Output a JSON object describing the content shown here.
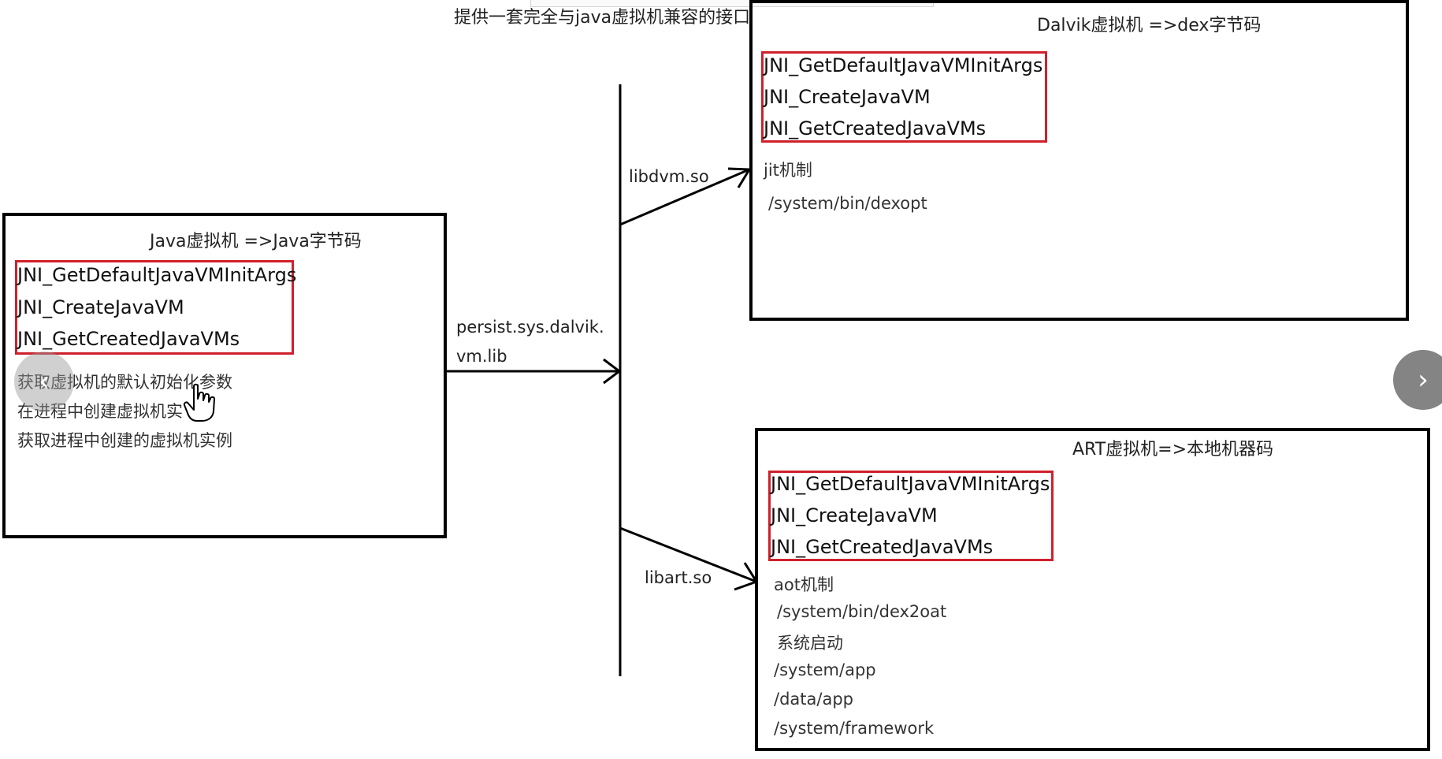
{
  "top_note": "提供一套完全与java虚拟机兼容的接口",
  "java_vm": {
    "title": "Java虚拟机 =>Java字节码",
    "apis": [
      "JNI_GetDefaultJavaVMInitArgs",
      "JNI_CreateJavaVM",
      "JNI_GetCreatedJavaVMs"
    ],
    "notes": [
      "获取虚拟机的默认初始化参数",
      "在进程中创建虚拟机实",
      "获取进程中创建的虚拟机实例"
    ]
  },
  "dalvik_vm": {
    "title": "Dalvik虚拟机 =>dex字节码",
    "apis": [
      "JNI_GetDefaultJavaVMInitArgs",
      "JNI_CreateJavaVM",
      "JNI_GetCreatedJavaVMs"
    ],
    "notes": [
      "jit机制",
      "/system/bin/dexopt"
    ]
  },
  "art_vm": {
    "title": "ART虚拟机=>本地机器码",
    "apis": [
      "JNI_GetDefaultJavaVMInitArgs",
      "JNI_CreateJavaVM",
      "JNI_GetCreatedJavaVMs"
    ],
    "notes": [
      "aot机制",
      "/system/bin/dex2oat",
      "系统启动",
      "/system/app",
      "/data/app",
      "/system/framework"
    ]
  },
  "edges": {
    "persist_line1": "persist.sys.dalvik.",
    "persist_line2": "vm.lib",
    "libdvm": "libdvm.so",
    "libart": "libart.so"
  },
  "nav": {
    "prev_icon": "chevron-left-icon",
    "next_icon": "chevron-right-icon",
    "prev_glyph": "‹",
    "next_glyph": "›"
  },
  "colors": {
    "box_border": "#000000",
    "highlight_border": "#d0202c"
  }
}
